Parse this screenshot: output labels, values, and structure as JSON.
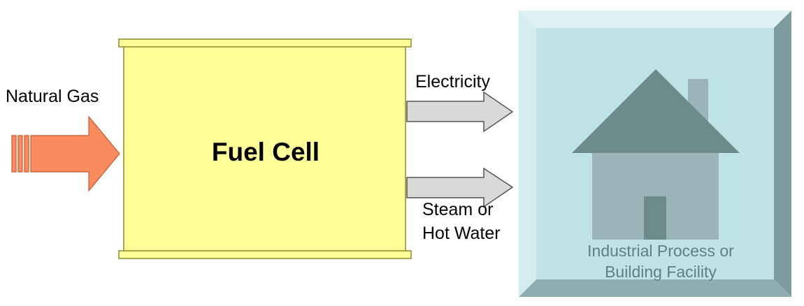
{
  "inputs": {
    "natural_gas_label": "Natural Gas"
  },
  "fuel_cell": {
    "title": "Fuel Cell"
  },
  "outputs": {
    "electricity_label": "Electricity",
    "steam_label_line1": "Steam or",
    "steam_label_line2": "Hot Water"
  },
  "facility": {
    "label_line1": "Industrial Process or",
    "label_line2": "Building Facility"
  },
  "colors": {
    "gas_arrow": "#f98b5f",
    "fuel_cell_fill": "#ffff99",
    "output_arrow": "#d9d9d9",
    "facility_panel": "#bfe4e6",
    "house_roof": "#6e8b8c",
    "house_body": "#9ab4b7",
    "facility_text": "#5f7f80"
  }
}
